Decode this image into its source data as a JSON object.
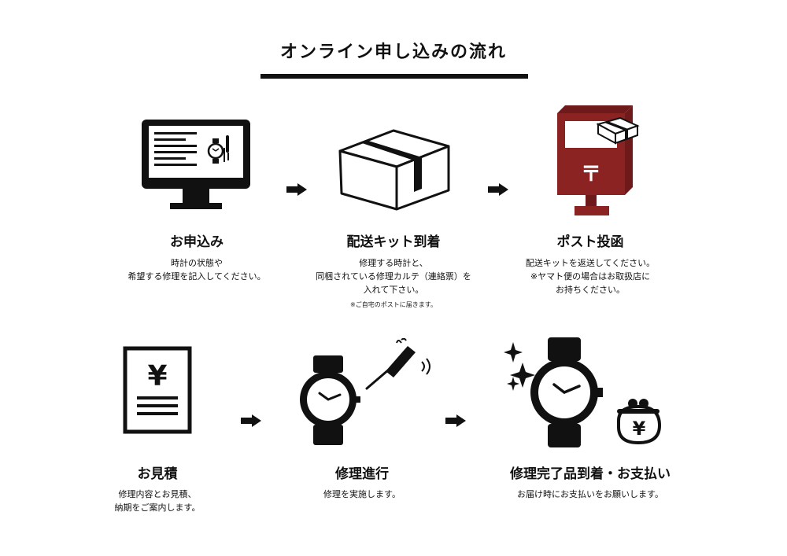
{
  "title": "オンライン申し込みの流れ",
  "colors": {
    "ink": "#111111",
    "mailbox": "#8b2323",
    "mailbox_dark": "#6e1a1a"
  },
  "steps": [
    {
      "icon": "computer-monitor-icon",
      "title": "お申込み",
      "lines": [
        "時計の状態や",
        "希望する修理を記入してください。"
      ]
    },
    {
      "icon": "cardboard-box-icon",
      "title": "配送キット到着",
      "lines": [
        "修理する時計と、",
        "同梱されている修理カルテ（連絡票）を",
        "入れて下さい。"
      ],
      "note": "※ご自宅のポストに届きます。"
    },
    {
      "icon": "post-box-icon",
      "title": "ポスト投函",
      "lines": [
        "配送キットを返送してください。",
        "※ヤマト便の場合はお取扱店に",
        "お持ちください。"
      ]
    },
    {
      "icon": "estimate-document-icon",
      "title": "お見積",
      "lines": [
        "修理内容とお見積、",
        "納期をご案内します。"
      ]
    },
    {
      "icon": "watch-repair-icon",
      "title": "修理進行",
      "lines": [
        "修理を実施します。"
      ]
    },
    {
      "icon": "watch-and-purse-icon",
      "title": "修理完了品到着・お支払い",
      "lines": [
        "お届け時にお支払いをお願いします。"
      ]
    }
  ],
  "glyphs": {
    "yen": "¥",
    "post_mark": "〒"
  }
}
